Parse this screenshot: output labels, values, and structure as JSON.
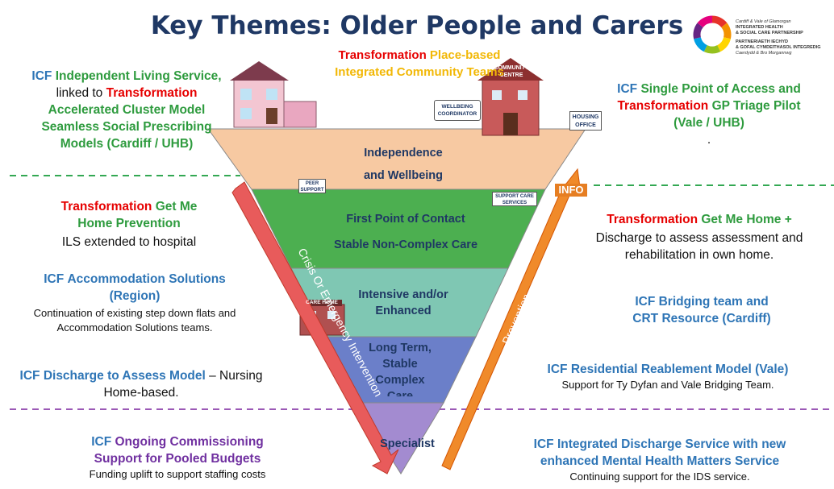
{
  "title": "Key Themes: Older People and Carers",
  "logo": {
    "line1": "Cardiff & Vale of Glamorgan",
    "line2": "INTEGRATED HEALTH",
    "line3": "& SOCIAL CARE PARTNERSHIP",
    "line4": "PARTNERIAETH IECHYD",
    "line5": "& GOFAL CYMDEITHASOL INTEGREDIG",
    "line6": "Caerdydd & Bro Morgannwg",
    "ring_colors": [
      "#e6332a",
      "#f39200",
      "#ffd500",
      "#95c11f",
      "#009fe3",
      "#662483",
      "#e5007e"
    ]
  },
  "top_center": {
    "w1": "Transformation",
    "w2": "Place-based",
    "w3": "Integrated Community Teams"
  },
  "left": {
    "b1": {
      "icf": "ICF",
      "t1": "Independent Living Service,",
      "t2": "linked to",
      "t3": "Transformation",
      "t4": "Accelerated Cluster Model",
      "t5": "Seamless Social Prescribing",
      "t6": "Models (Cardiff / UHB)"
    },
    "b2": {
      "t1": "Transformation",
      "t2": "Get Me",
      "t3": "Home Prevention",
      "t4": "ILS extended to hospital"
    },
    "b3": {
      "icf": "ICF",
      "t1": "Accommodation Solutions",
      "t2": "(Region)",
      "t3": "Continuation of existing step down  flats and",
      "t4": "Accommodation Solutions teams."
    },
    "b4": {
      "icf": "ICF",
      "t1": "Discharge to Assess Model",
      "t2": "– Nursing",
      "t3": "Home-based."
    },
    "b5": {
      "icf": "ICF",
      "t1": "Ongoing Commissioning",
      "t2": "Support for Pooled Budgets",
      "t3": "Funding uplift to support staffing costs"
    }
  },
  "right": {
    "b1": {
      "icf": "ICF",
      "t1": "Single Point of Access and",
      "t2": "Transformation",
      "t3": "GP Triage Pilot",
      "t4": "(Vale / UHB)",
      "t5": "."
    },
    "b2": {
      "t1": "Transformation",
      "t2": "Get Me Home +",
      "t3": "Discharge to assess assessment and",
      "t4": "rehabilitation in own home."
    },
    "b3": {
      "icf": "ICF",
      "t1": "Bridging team and",
      "t2": "CRT Resource (Cardiff)"
    },
    "b4": {
      "icf": "ICF",
      "t1": "Residential Reablement Model (Vale)",
      "t2": "Support for Ty Dyfan and Vale Bridging Team."
    },
    "b5": {
      "icf": "ICF",
      "t1": "Integrated Discharge Service with new",
      "t2": "enhanced Mental Health Matters Service",
      "t3": "Continuing support for the IDS service."
    }
  },
  "pyramid": {
    "l1a": "Independence",
    "l1b": "and Wellbeing",
    "l2a": "First Point of Contact",
    "l2b": "Stable Non-Complex Care",
    "l3a": "Intensive and/or",
    "l3b": "Enhanced",
    "l4a": "Long Term,",
    "l4b": "Stable",
    "l4c": "Complex",
    "l4d": "Care",
    "l5": "Specialist",
    "colors": [
      "#f7c9a2",
      "#4caf50",
      "#7fc7b3",
      "#6b7fc9",
      "#a38bd0"
    ]
  },
  "signs": {
    "wellbeing": "WELLBEING COORDINATOR",
    "community": "COMMUNITY CENTRE",
    "housing": "HOUSING OFFICE",
    "info": "INFO",
    "peer": "PEER SUPPORT",
    "support": "SUPPORT CARE SERVICES",
    "carehome": "CARE HOME"
  },
  "arrows": {
    "left": "Crisis Or Emergency Intervention",
    "right": "Prevention"
  }
}
